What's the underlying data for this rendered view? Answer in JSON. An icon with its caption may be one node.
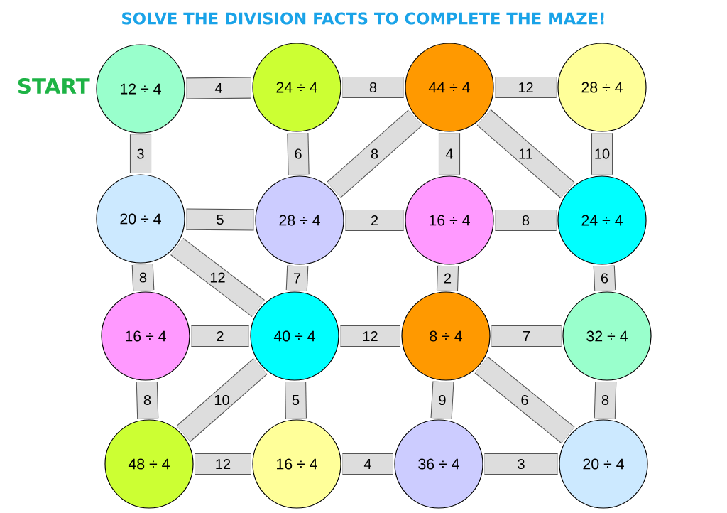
{
  "diagram": {
    "title": "SOLVE THE DIVISION FACTS TO COMPLETE THE MAZE!",
    "nodes": [
      {
        "text": [
          "12 ÷ 4"
        ],
        "beside": [
          "START"
        ]
      },
      {
        "text": [
          "24 ÷ 4"
        ]
      },
      {
        "text": [
          "44 ÷ 4"
        ]
      },
      {
        "text": [
          "28 ÷ 4"
        ]
      },
      {
        "text": [
          "20 ÷ 4"
        ]
      },
      {
        "text": [
          "28 ÷ 4"
        ]
      },
      {
        "text": [
          "16 ÷ 4"
        ]
      },
      {
        "text": [
          "24 ÷ 4"
        ]
      },
      {
        "text": [
          "16 ÷ 4"
        ]
      },
      {
        "text": [
          "40 ÷ 4"
        ]
      },
      {
        "text": [
          "8 ÷ 4"
        ]
      },
      {
        "text": [
          "32 ÷ 4"
        ]
      },
      {
        "text": [
          "48 ÷ 4"
        ]
      },
      {
        "text": [
          "16 ÷ 4"
        ]
      },
      {
        "text": [
          "36 ÷ 4"
        ]
      },
      {
        "text": [
          "20 ÷ 4"
        ]
      }
    ],
    "edges": [
      {
        "from": 0,
        "to": 1,
        "arrow": "none",
        "label": "4"
      },
      {
        "from": 1,
        "to": 2,
        "arrow": "none",
        "label": "8"
      },
      {
        "from": 2,
        "to": 3,
        "arrow": "none",
        "label": "12"
      },
      {
        "from": 0,
        "to": 4,
        "arrow": "none",
        "label": "3"
      },
      {
        "from": 1,
        "to": 5,
        "arrow": "none",
        "label": "6"
      },
      {
        "from": 5,
        "to": 2,
        "arrow": "none",
        "label": "8"
      },
      {
        "from": 2,
        "to": 6,
        "arrow": "none",
        "label": "4"
      },
      {
        "from": 2,
        "to": 7,
        "arrow": "none",
        "label": "11"
      },
      {
        "from": 3,
        "to": 7,
        "arrow": "none",
        "label": "10"
      },
      {
        "from": 4,
        "to": 5,
        "arrow": "none",
        "label": "5"
      },
      {
        "from": 5,
        "to": 6,
        "arrow": "none",
        "label": "2"
      },
      {
        "from": 6,
        "to": 7,
        "arrow": "none",
        "label": "8"
      },
      {
        "from": 4,
        "to": 8,
        "arrow": "none",
        "label": "8"
      },
      {
        "from": 4,
        "to": 9,
        "arrow": "none",
        "label": "12"
      },
      {
        "from": 5,
        "to": 9,
        "arrow": "none",
        "label": "7"
      },
      {
        "from": 6,
        "to": 10,
        "arrow": "none",
        "label": "2"
      },
      {
        "from": 7,
        "to": 11,
        "arrow": "none",
        "label": "6"
      },
      {
        "from": 8,
        "to": 9,
        "arrow": "none",
        "label": "2"
      },
      {
        "from": 9,
        "to": 10,
        "arrow": "none",
        "label": "12"
      },
      {
        "from": 10,
        "to": 11,
        "arrow": "none",
        "label": "7"
      },
      {
        "from": 8,
        "to": 12,
        "arrow": "none",
        "label": "8"
      },
      {
        "from": 9,
        "to": 12,
        "arrow": "none",
        "label": "10"
      },
      {
        "from": 9,
        "to": 13,
        "arrow": "none",
        "label": "5"
      },
      {
        "from": 10,
        "to": 14,
        "arrow": "none",
        "label": "9"
      },
      {
        "from": 10,
        "to": 15,
        "arrow": "none",
        "label": "6"
      },
      {
        "from": 11,
        "to": 15,
        "arrow": "none",
        "label": "8"
      },
      {
        "from": 12,
        "to": 13,
        "arrow": "none",
        "label": "12"
      },
      {
        "from": 13,
        "to": 14,
        "arrow": "none",
        "label": "4"
      },
      {
        "from": 14,
        "to": 15,
        "arrow": "none",
        "label": "3"
      }
    ]
  }
}
